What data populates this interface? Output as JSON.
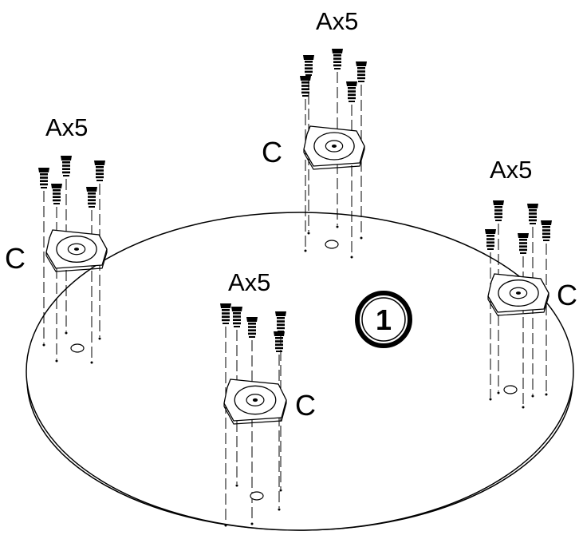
{
  "labels": {
    "screws": "Ax5",
    "bracket": "C",
    "step": "1"
  },
  "groups": [
    {
      "id": "left",
      "screws_label": "Ax5",
      "bracket_label": "C"
    },
    {
      "id": "top",
      "screws_label": "Ax5",
      "bracket_label": "C"
    },
    {
      "id": "right",
      "screws_label": "Ax5",
      "bracket_label": "C"
    },
    {
      "id": "center",
      "screws_label": "Ax5",
      "bracket_label": "C"
    }
  ],
  "colors": {
    "line": "#000000",
    "background": "#ffffff"
  },
  "icons": [
    "screw-icon",
    "mounting-plate-icon",
    "tabletop-icon",
    "step-number-icon"
  ]
}
